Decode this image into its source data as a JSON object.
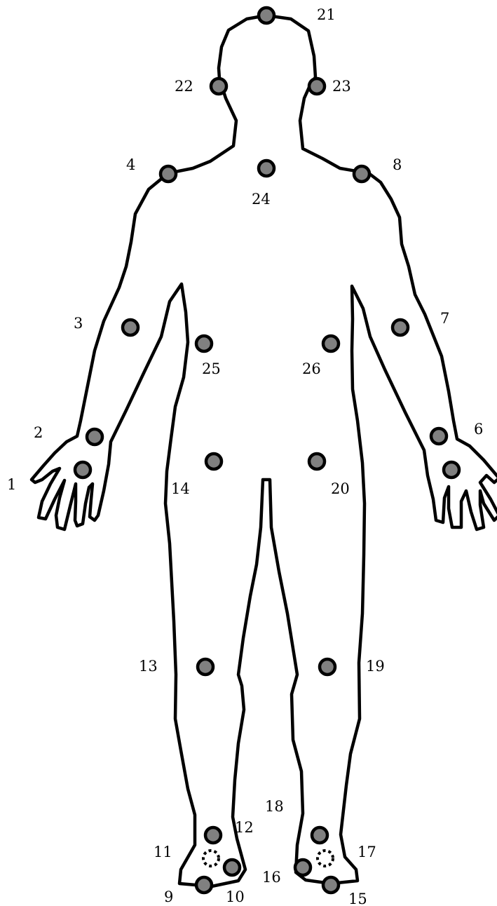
{
  "colors": {
    "point_fill": "#808080",
    "outline": "#000000",
    "background": "#ffffff"
  },
  "points": [
    {
      "id": "1",
      "label": "1"
    },
    {
      "id": "2",
      "label": "2"
    },
    {
      "id": "3",
      "label": "3"
    },
    {
      "id": "4",
      "label": "4"
    },
    {
      "id": "6",
      "label": "6"
    },
    {
      "id": "7",
      "label": "7"
    },
    {
      "id": "8",
      "label": "8"
    },
    {
      "id": "9",
      "label": "9"
    },
    {
      "id": "10",
      "label": "10"
    },
    {
      "id": "11",
      "label": "11"
    },
    {
      "id": "12",
      "label": "12"
    },
    {
      "id": "13",
      "label": "13"
    },
    {
      "id": "14",
      "label": "14"
    },
    {
      "id": "15",
      "label": "15"
    },
    {
      "id": "16",
      "label": "16"
    },
    {
      "id": "17",
      "label": "17"
    },
    {
      "id": "18",
      "label": "18"
    },
    {
      "id": "19",
      "label": "19"
    },
    {
      "id": "20",
      "label": "20"
    },
    {
      "id": "21",
      "label": "21"
    },
    {
      "id": "22",
      "label": "22"
    },
    {
      "id": "23",
      "label": "23"
    },
    {
      "id": "24",
      "label": "24"
    },
    {
      "id": "25",
      "label": "25"
    },
    {
      "id": "26",
      "label": "26"
    }
  ]
}
